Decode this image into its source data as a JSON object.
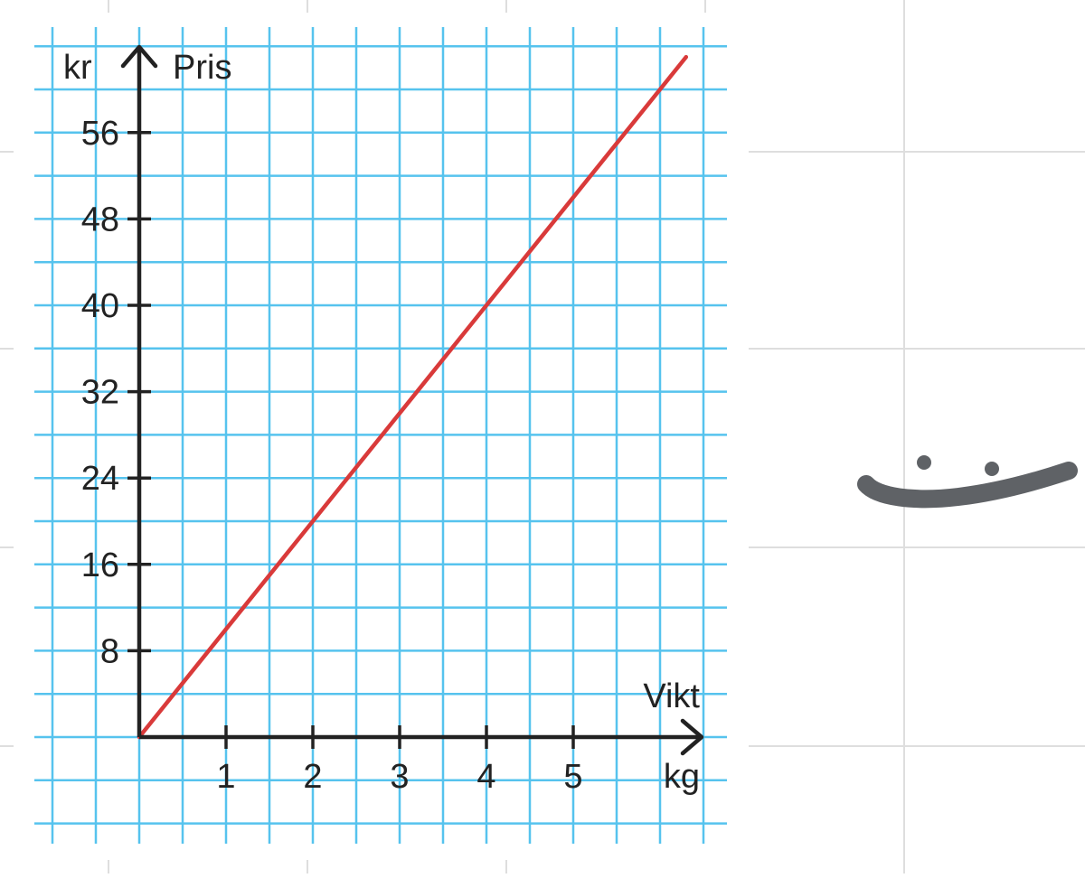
{
  "chart_data": {
    "type": "line",
    "title": "",
    "xlabel": "Vikt",
    "xunit": "kg",
    "ylabel": "Pris",
    "yunit": "kr",
    "xticks": [
      1,
      2,
      3,
      4,
      5
    ],
    "yticks": [
      8,
      16,
      24,
      32,
      40,
      48,
      56
    ],
    "xlim": [
      0,
      6.3
    ],
    "ylim": [
      0,
      64
    ],
    "grid": true,
    "colors": {
      "line": "#d93a3a",
      "grid": "#56c3ee",
      "axis": "#222222"
    },
    "series": [
      {
        "x": [
          0,
          6.3
        ],
        "y": [
          0,
          63
        ]
      }
    ]
  },
  "annotation": {
    "label": "handwritten-pen-mark",
    "color": "#5f6266"
  }
}
